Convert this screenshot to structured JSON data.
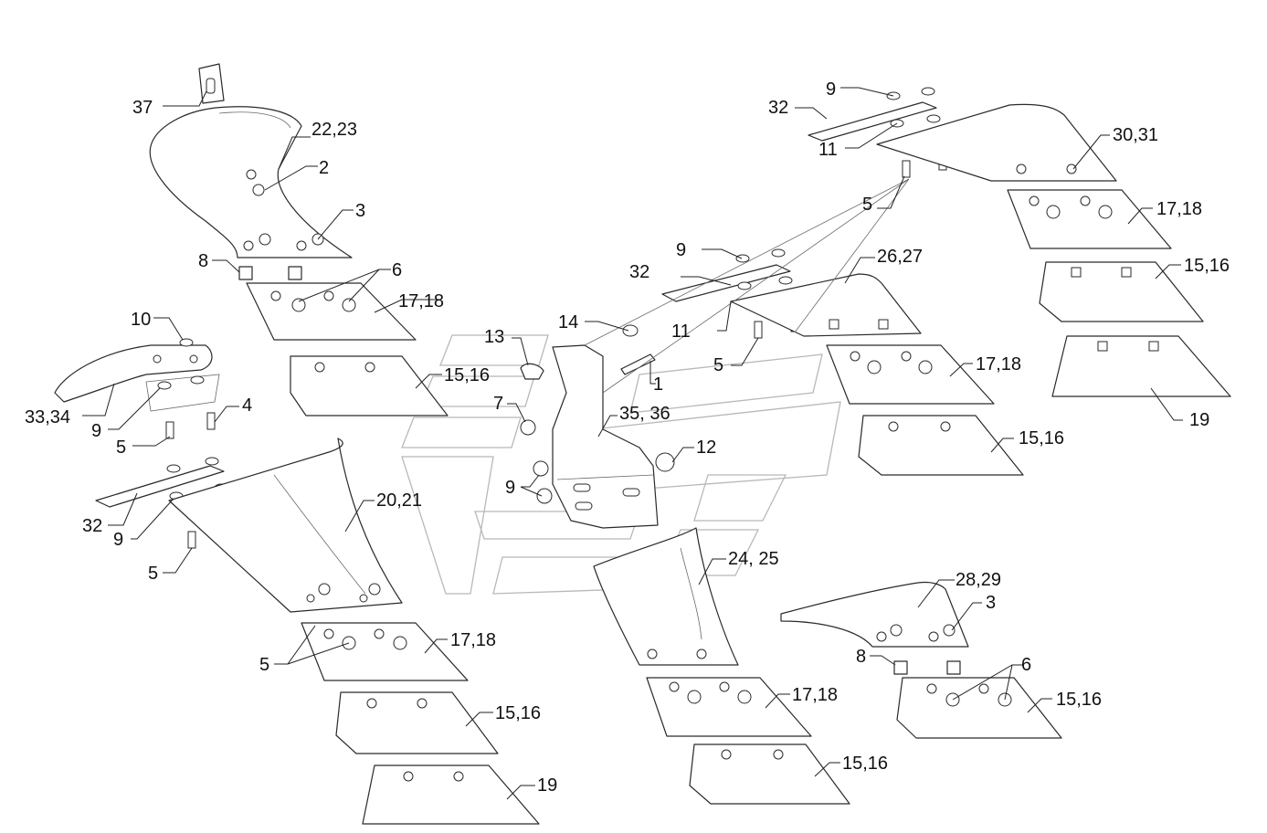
{
  "callouts": [
    "37",
    "22,23",
    "2",
    "3",
    "8",
    "6",
    "17,18",
    "10",
    "15,16",
    "33,34",
    "9",
    "4",
    "5",
    "32",
    "9",
    "20,21",
    "9",
    "5",
    "5",
    "17,18",
    "15,16",
    "19",
    "13",
    "14",
    "1",
    "7",
    "35, 36",
    "12",
    "9",
    "24, 25",
    "17,18",
    "15,16",
    "9",
    "32",
    "26,27",
    "11",
    "5",
    "17,18",
    "15,16",
    "9",
    "32",
    "11",
    "5",
    "30,31",
    "17,18",
    "15,16",
    "19",
    "28,29",
    "3",
    "8",
    "6",
    "15,16"
  ],
  "colors": {
    "line": "#2a2a2a",
    "watermark": "#b8b8b8",
    "background": "#ffffff"
  }
}
